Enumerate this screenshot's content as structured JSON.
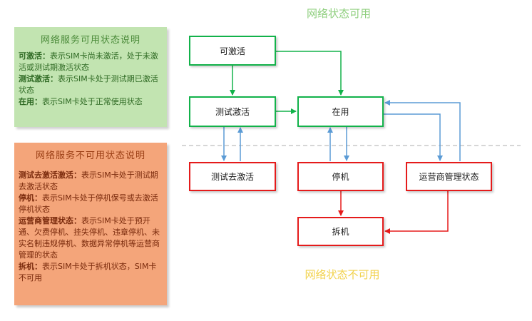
{
  "diagram": {
    "available_title": "网络状态可用",
    "unavailable_title": "网络状态不可用",
    "colors": {
      "available_title": "#8fcf7e",
      "unavailable_title": "#f2d24c",
      "green_border": "#12b24a",
      "red_border": "#e51b1b",
      "green_arrow": "#12b24a",
      "red_arrow": "#e51b1b",
      "blue_arrow": "#5b9bd5",
      "divider": "#c9c9c9"
    },
    "nodes": {
      "activatable": "可激活",
      "test_activation": "测试激活",
      "in_use": "在用",
      "test_deactivation": "测试去激活",
      "suspended": "停机",
      "carrier_managed": "运营商管理状态",
      "dismantled": "拆机"
    }
  },
  "available_panel": {
    "title": "网络服务可用状态说明",
    "entries": [
      {
        "term": "可激活：",
        "desc": "表示SIM卡尚未激活，处于未激活或测试期激活状态"
      },
      {
        "term": "测试激活：",
        "desc": "表示SIM卡处于测试期已激活状态"
      },
      {
        "term": "在用：",
        "desc": "表示SIM卡处于正常使用状态"
      }
    ]
  },
  "unavailable_panel": {
    "title": "网络服务不可用状态说明",
    "entries": [
      {
        "term": "测试去激活激活：",
        "desc": "表示SIM卡处于测试期去激活状态"
      },
      {
        "term": "停机：",
        "desc": "表示SIM卡处于停机保号或去激活停机状态"
      },
      {
        "term": "运营商管理状态：",
        "desc": "表示SIM卡处于预开通、欠费停机、挂失停机、违章停机、未实名制违规停机、数据异常停机等运营商管理的状态"
      },
      {
        "term": "拆机：",
        "desc": "表示SIM卡处于拆机状态，SIM卡不可用"
      }
    ]
  }
}
